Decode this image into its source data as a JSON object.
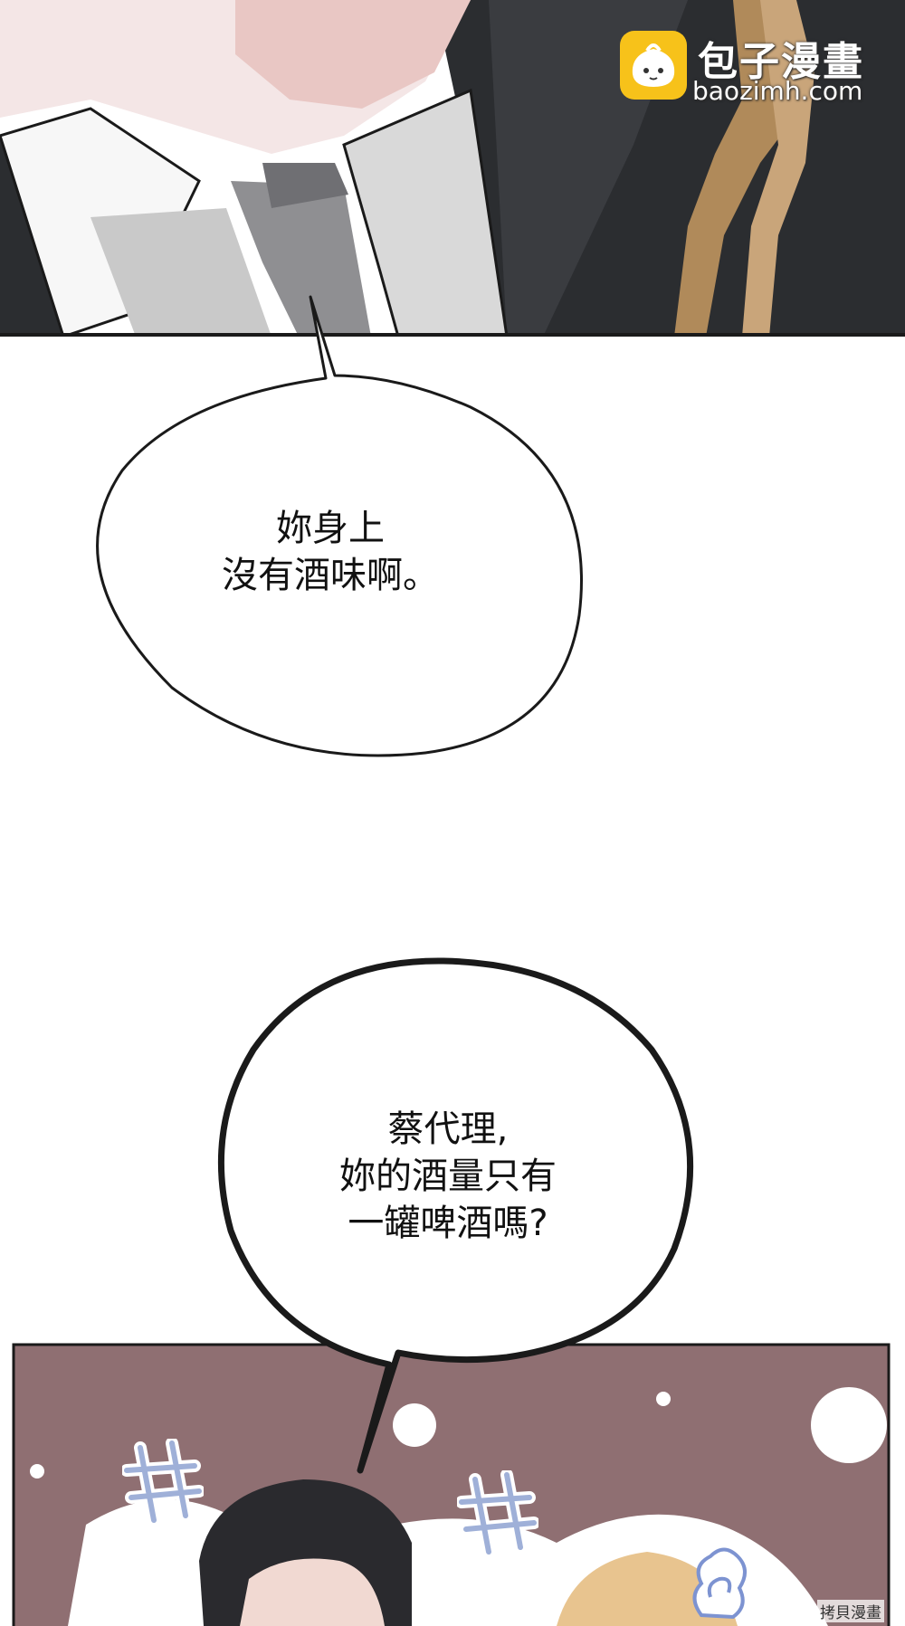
{
  "watermark": {
    "title": "包子漫畫",
    "url": "baozimh.com"
  },
  "bubbles": [
    {
      "lines": [
        "妳身上",
        "沒有酒味啊。"
      ]
    },
    {
      "lines": [
        "蔡代理,",
        "妳的酒量只有",
        "一罐啤酒嗎?"
      ]
    }
  ],
  "corner_credit": "拷貝漫畫",
  "colors": {
    "panel_border": "#1a1a1a",
    "suit_dark": "#2b2d30",
    "shirt_grey": "#c9c9c9",
    "hair_blonde": "#b08a5a",
    "bg_mauve": "#8f6f72",
    "watermark_yellow": "#f7c21a"
  },
  "icons": [
    "baozi-logo-icon",
    "steam-cloud-icon",
    "anger-mark-icon"
  ]
}
